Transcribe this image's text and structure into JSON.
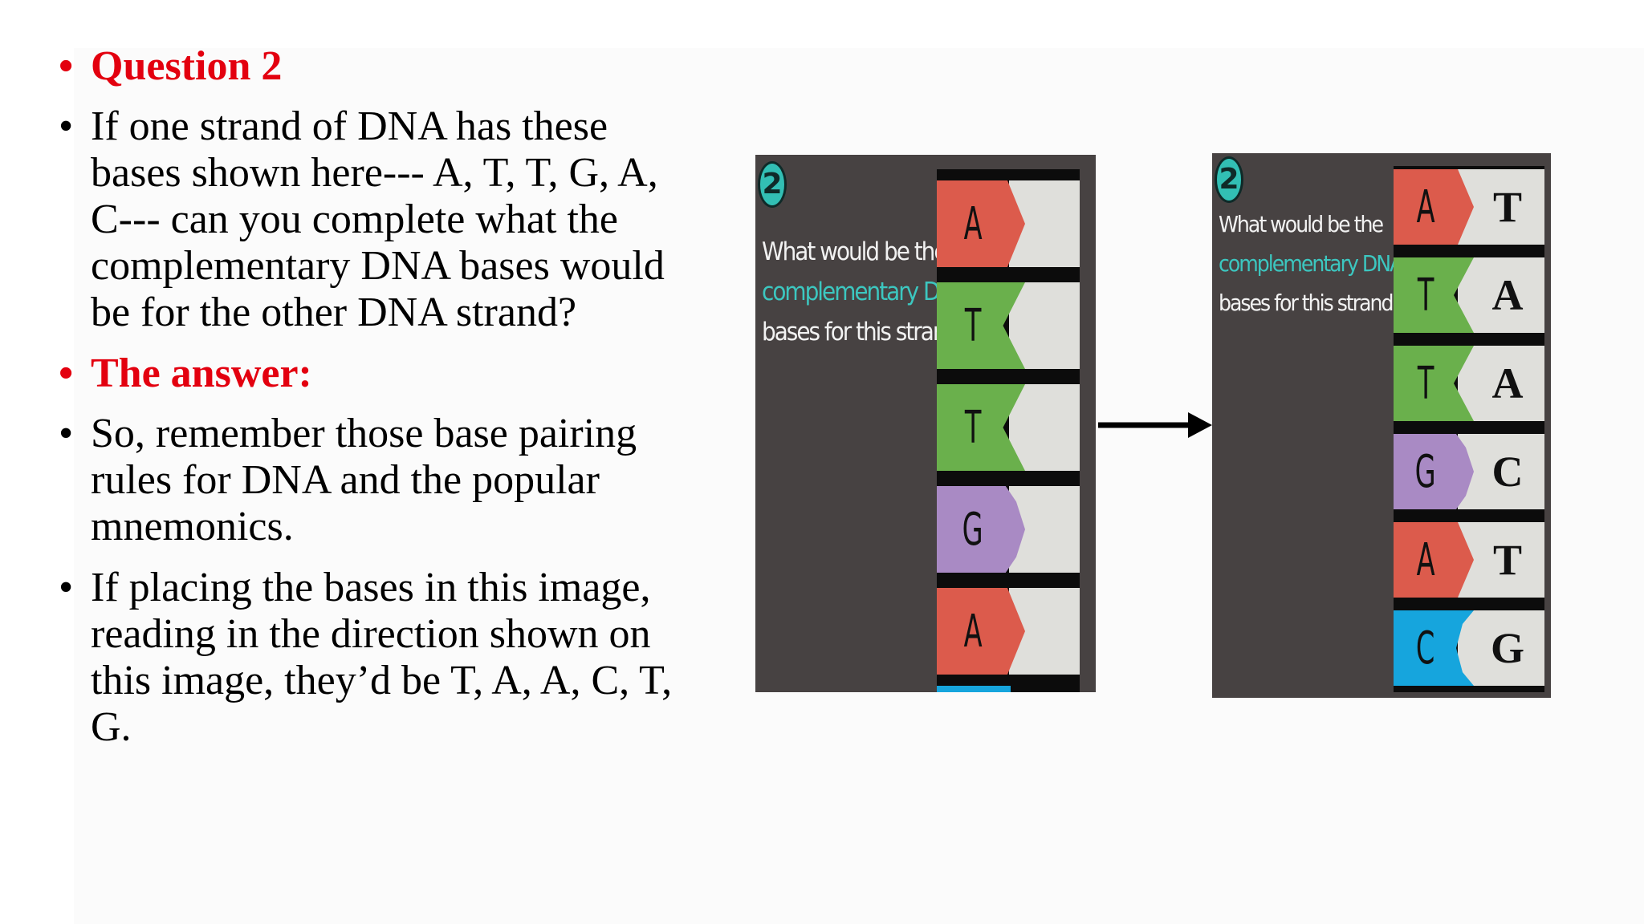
{
  "slide": {
    "question_heading": "Question 2",
    "question_text": " If one strand of DNA has these bases shown here--- A, T, T, G, A, C--- can you complete what the complementary DNA bases would be for the other DNA strand?",
    "answer_heading": "The answer:",
    "answer_text_1": "So, remember those base pairing rules for DNA and the popular mnemonics.",
    "answer_text_2": "If placing the bases in this image, reading in the direction shown on this image, they’d be T, A, A, C, T, G."
  },
  "figure": {
    "badge_number": "2",
    "prompt_lines": [
      "What would be the",
      "complementary DNA",
      "bases for this strand?"
    ],
    "left_strand": [
      "A",
      "T",
      "T",
      "G",
      "A"
    ],
    "right_strand": [
      "A",
      "T",
      "T",
      "G",
      "A",
      "C"
    ],
    "complementary": [
      "T",
      "A",
      "A",
      "C",
      "T",
      "G"
    ],
    "colors": {
      "A": "#dc5b4c",
      "T": "#6ab04c",
      "G": "#a98ac4",
      "C": "#16a5dd",
      "complement_bg": "#dfdfdb",
      "panel_bg": "#474242",
      "highlight": "#3cc7c0"
    }
  }
}
